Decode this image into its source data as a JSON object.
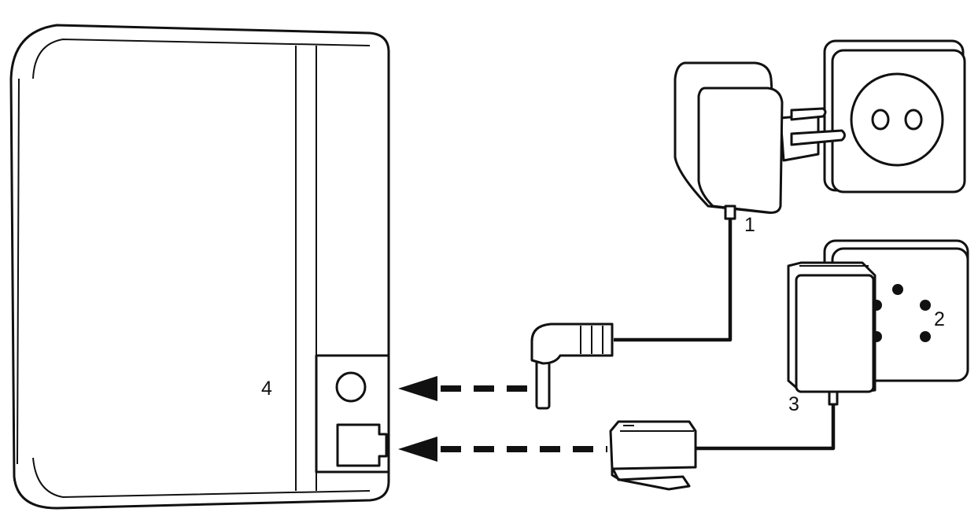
{
  "callouts": {
    "power_adapter": "1",
    "phone_wall_socket": "2",
    "phone_adapter": "3",
    "base_station": "4"
  },
  "colors": {
    "line": "#111111",
    "background": "#ffffff"
  }
}
